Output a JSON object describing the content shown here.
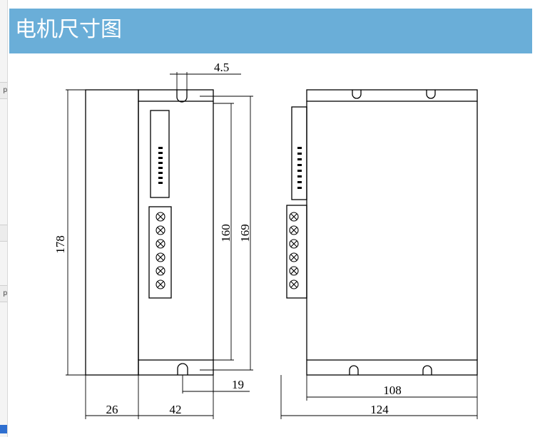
{
  "header": {
    "title": "电机尺寸图",
    "background": "#6aaed8"
  },
  "drawing": {
    "dimensions": {
      "slot_width": "4.5",
      "total_height": "178",
      "inner_height": "160",
      "slot_span": "169",
      "bottom_offset": "19",
      "heatsink_depth": "26",
      "body_depth": "42",
      "mount_spacing": "108",
      "total_width": "124"
    },
    "led_count": 8,
    "terminal_count": 6
  }
}
